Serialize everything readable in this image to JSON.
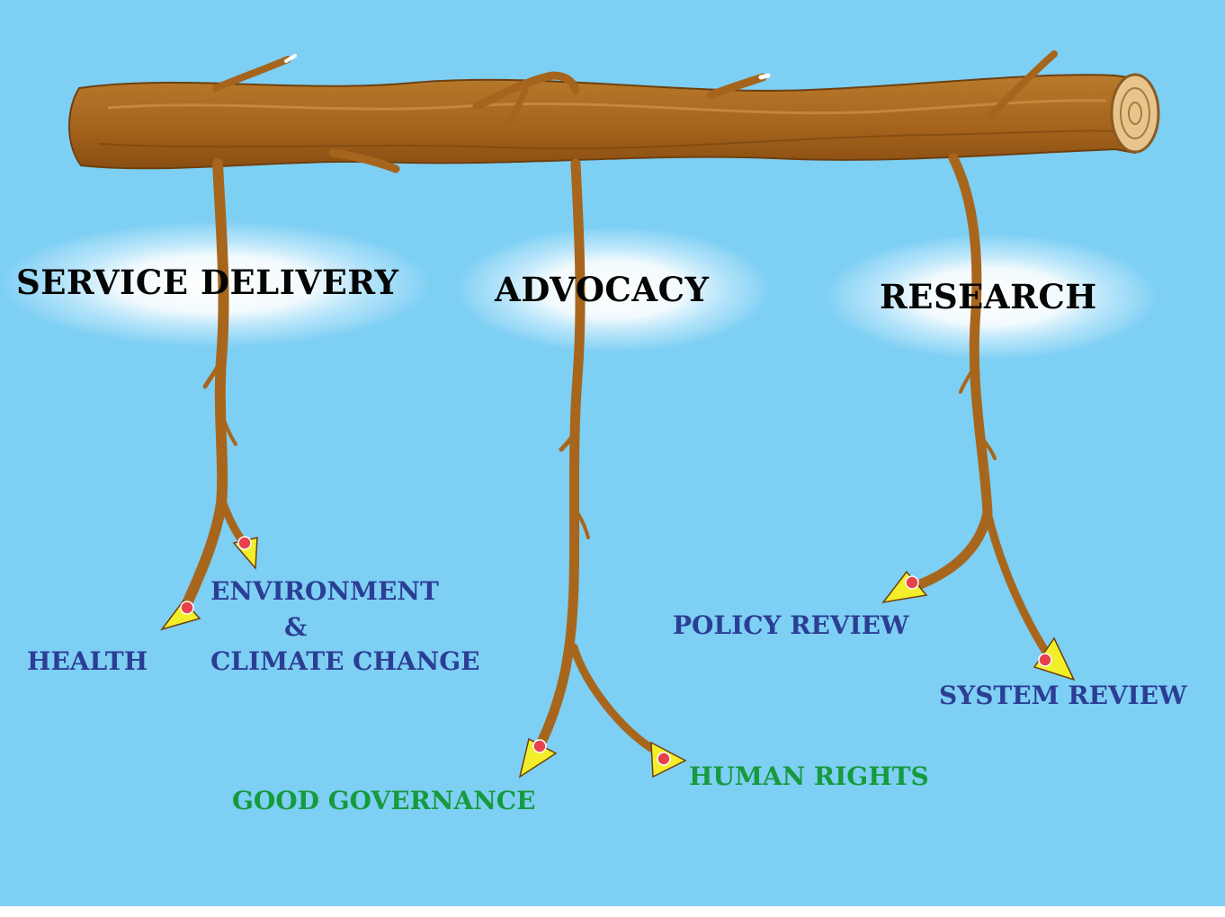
{
  "colors": {
    "sky": "#7dcff4",
    "branch": "#a8661d",
    "branch_dark": "#7a4510",
    "branch_light": "#c98a3a",
    "glow": "#ffffff",
    "pillar_text": "#050505",
    "program_blue": "#2c3e94",
    "program_green": "#179a3d",
    "arrow_tip": "#f2ee2a",
    "arrow_band": "#e8414b"
  },
  "pillars": [
    {
      "label": "SERVICE DELIVERY",
      "programs": [
        {
          "label": "HEALTH",
          "color": "blue"
        },
        {
          "label": "ENVIRONMENT",
          "line2": "&",
          "line3": "CLIMATE CHANGE",
          "color": "blue"
        }
      ]
    },
    {
      "label": "ADVOCACY",
      "programs": [
        {
          "label": "GOOD GOVERNANCE",
          "color": "green"
        },
        {
          "label": "HUMAN RIGHTS",
          "color": "green"
        }
      ]
    },
    {
      "label": "RESEARCH",
      "programs": [
        {
          "label": "POLICY REVIEW",
          "color": "blue"
        },
        {
          "label": "SYSTEM REVIEW",
          "color": "blue"
        }
      ]
    }
  ]
}
